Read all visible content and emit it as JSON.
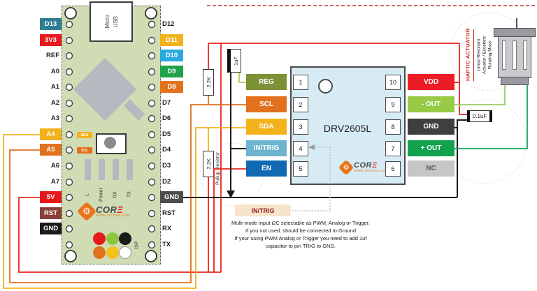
{
  "arduino": {
    "usb": {
      "line1": "Micro",
      "line2": "USB"
    },
    "left_pins": [
      {
        "label": "D13"
      },
      {
        "label": "3V3"
      },
      {
        "label": "REF"
      },
      {
        "label": "A0"
      },
      {
        "label": "A1"
      },
      {
        "label": "A2"
      },
      {
        "label": "A3"
      },
      {
        "label": "A4"
      },
      {
        "label": "A5"
      },
      {
        "label": "A6"
      },
      {
        "label": "A7"
      },
      {
        "label": "5V"
      },
      {
        "label": "RST"
      },
      {
        "label": "GND"
      }
    ],
    "right_pins": [
      {
        "label": "D12"
      },
      {
        "label": "D11"
      },
      {
        "label": "D10"
      },
      {
        "label": "D9"
      },
      {
        "label": "D8"
      },
      {
        "label": "D7"
      },
      {
        "label": "D6"
      },
      {
        "label": "D5"
      },
      {
        "label": "D4"
      },
      {
        "label": "D3"
      },
      {
        "label": "D2"
      },
      {
        "label": "GND"
      },
      {
        "label": "RST"
      },
      {
        "label": "RX"
      },
      {
        "label": "TX"
      }
    ],
    "a4_badge": "SDA",
    "a5_badge": "SCL",
    "led_labels": [
      "L",
      "Power",
      "RX",
      "TX"
    ],
    "isp_label": "ISP",
    "logo": {
      "prefix": "COR",
      "suffix": "Ξ",
      "url": "WWW.14CORE.COM"
    }
  },
  "driver": {
    "name": "DRV2605L",
    "left_pins": [
      {
        "num": "1",
        "label": "REG"
      },
      {
        "num": "2",
        "label": "SCL"
      },
      {
        "num": "3",
        "label": "SDA"
      },
      {
        "num": "4",
        "label": "IN/TRIG"
      },
      {
        "num": "5",
        "label": "EN"
      }
    ],
    "right_pins": [
      {
        "num": "10",
        "label": "VDD"
      },
      {
        "num": "9",
        "label": "- OUT"
      },
      {
        "num": "8",
        "label": "GND"
      },
      {
        "num": "7",
        "label": "+ OUT"
      },
      {
        "num": "6",
        "label": "NC"
      }
    ]
  },
  "components": {
    "r_pullup_scl": "2.2K",
    "r_pullup_sda": "2.2K",
    "r_pullup_caption": "Pullup Resistor",
    "c_reg": "1uF",
    "c_vdd": "0.1uF"
  },
  "actuator": {
    "title": "HAPTIC ACTUATOR",
    "lines": [
      "Linear Resonant",
      "Actuator / Eccentric",
      "Rotating Mass"
    ]
  },
  "note": {
    "title": "IN/TRIG",
    "lines": [
      "Multi-mode input i2C selectable as PWM, Analog or Trigger.",
      "If you not used. should be connected to Ground",
      "If your using PWM Analog or Trigger you need to add 1uf",
      "capacitor to pin TRIG to GND."
    ]
  },
  "colors": {
    "wire_red": "#e8251f",
    "wire_orange": "#e2711d",
    "wire_yellow": "#f2b21c",
    "wire_black": "#1b1b1b",
    "wire_green": "#17a35a",
    "wire_light_green": "#9bcb63",
    "wire_olive": "#bcc35e",
    "board_green": "#cfdcb4",
    "chip_blue": "#d6ebf3",
    "accent_orange": "#e8751a"
  }
}
